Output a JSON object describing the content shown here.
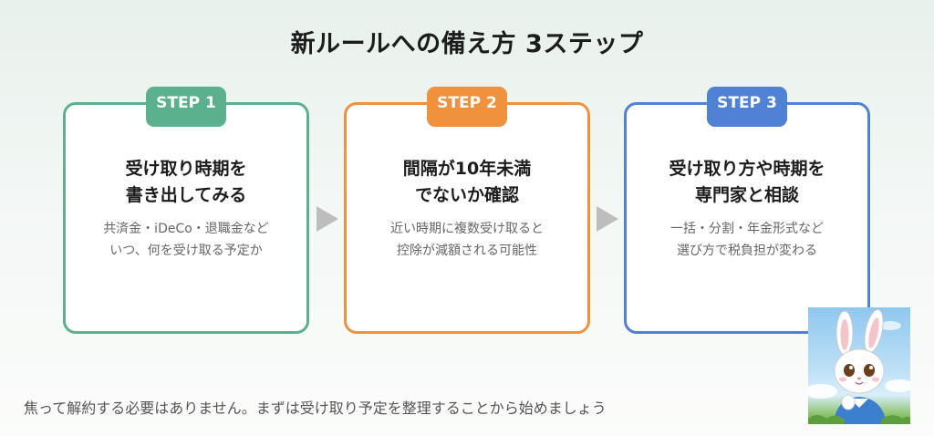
{
  "title": "新ルールへの備え方 3ステップ",
  "steps": [
    {
      "badge": "STEP 1",
      "heading": "受け取り時期を\n書き出してみる",
      "desc": "共済金・iDeCo・退職金など\nいつ、何を受け取る予定か",
      "color": "#5bb08e"
    },
    {
      "badge": "STEP 2",
      "heading": "間隔が10年未満\nでないか確認",
      "desc": "近い時期に複数受け取ると\n控除が減額される可能性",
      "color": "#f0913d"
    },
    {
      "badge": "STEP 3",
      "heading": "受け取り方や時期を\n専門家と相談",
      "desc": "一括・分割・年金形式など\n選び方で税負担が変わる",
      "color": "#4f81d4"
    }
  ],
  "footer": "焦って解約する必要はありません。まずは受け取り予定を整理することから始めましょう",
  "mascot_icon": "rabbit-mascot-icon",
  "arrow_color": "#bdbdbd"
}
